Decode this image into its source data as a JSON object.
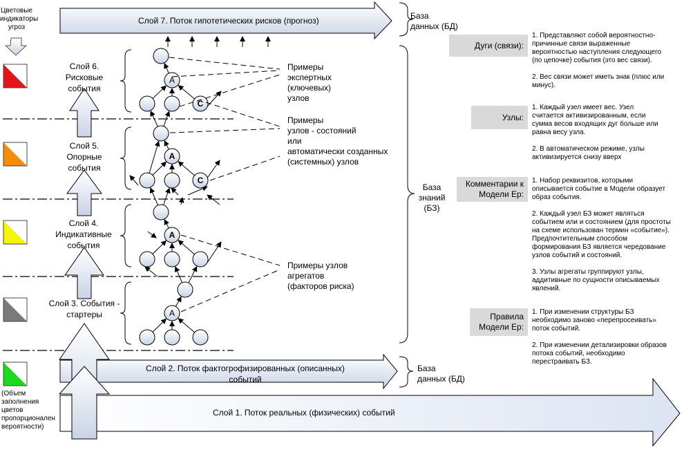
{
  "header_left": "Цветовые\nиндикаторы\nугроз",
  "footnote": "(Объем\nзаполнения\nцветов\nпропорционален\nвероятности)",
  "layers": {
    "l7": "Слой 7. Поток гипотетических рисков (прогноз)",
    "l6": "Слой 6.\nРисковые\nсобытия",
    "l5": "Слой 5.\nОпорные\nсобытия",
    "l4": "Слой 4.\nИндикативные\nсобытия",
    "l3": "Слой 3. События -\nстартеры",
    "l2": "Слой 2. Поток фактогрофизированных (описанных)\nсобытий",
    "l1": "Слой 1. Поток реальных (физических) событий"
  },
  "db_top": "База\nданных (БД)",
  "db_bottom": "База\nданных (БД)",
  "kb": "База\nзнаний\n(БЗ)",
  "examples": {
    "expert": "Примеры\nэкспертных\n(ключевых)\nузлов",
    "states": "Примеры\nузлов - состояний\nили\nавтоматически созданных\n(системных) узлов",
    "aggregates": "Примеры узлов\nагрегатов\n(факторов риска)"
  },
  "node_labels": {
    "a": "A",
    "c": "C"
  },
  "indicator_colors": [
    "#e0161b",
    "#f58c0a",
    "#f5f50a",
    "#7a7a7a",
    "#1fd91f"
  ],
  "sections": [
    {
      "label": "Дуги (связи):",
      "text": "1. Представляют собой вероятностно-\nпричинные связи выраженные\nвероятностью наступления следующего\n(по цепочке) события (это вес связи).\n\n2. Вес связи может иметь знак (плюс или\nминус)."
    },
    {
      "label": "Узлы:",
      "text": "1. Каждый узел имеет вес. Узел\nсчитается активизированным, если\nсумма весов входящих дуг больше или\nравна весу узла.\n\n2. В автоматическом режиме, узлы\nактивизируется снизу вверх"
    },
    {
      "label": "Комментарии к\nМодели Ер:",
      "text": "1. Набор реквизитов, которыми\nописывается событие в Модели образует\nобраз события.\n\n2. Каждый узел БЗ может являться\nсобытием или и состоянием (для простоты\nна схеме использован термин «событие»).\nПредпочтительным способом\nформирования БЗ является чередование\nузлов событий и состояний.\n\n3. Узлы агрегаты группируют узлы,\nаддитивные по сущности описываемых\nявлений."
    },
    {
      "label": "Правила\nМодели Ер:",
      "text": "1. При изменении структуры БЗ\nнеобходимо заново «перепросеивать»\nпоток событий.\n\n2. При изменении детализировки образов\nпотока событий, необходимо\nперестраивать БЗ."
    }
  ]
}
